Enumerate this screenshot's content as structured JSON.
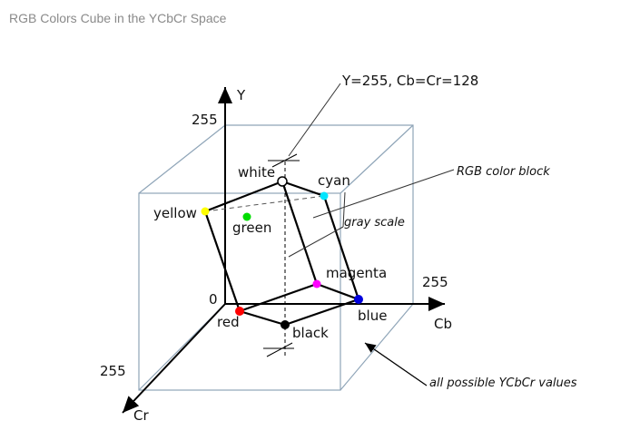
{
  "header": {
    "title": "RGB Colors Cube in the YCbCr Space"
  },
  "axes": {
    "y": {
      "label": "Y",
      "max": "255"
    },
    "cb": {
      "label": "Cb",
      "max": "255"
    },
    "cr": {
      "label": "Cr",
      "max": "255"
    },
    "origin": "0"
  },
  "colors": {
    "white": "#ffffff",
    "cyan": "#00e5ff",
    "yellow": "#ffff00",
    "green": "#00dd00",
    "magenta": "#ff00ff",
    "red": "#ff0000",
    "blue": "#0000dd",
    "black": "#000000",
    "cube_edge": "#8fa5b8"
  },
  "vertices": {
    "white": "white",
    "cyan": "cyan",
    "yellow": "yellow",
    "green": "green",
    "magenta": "magenta",
    "red": "red",
    "blue": "blue",
    "black": "black"
  },
  "annotations": {
    "axis_label": "Y=255, Cb=Cr=128",
    "rgb_block": "RGB color block",
    "gray_scale": "gray scale",
    "ycbcr_values": "all possible YCbCr values"
  }
}
